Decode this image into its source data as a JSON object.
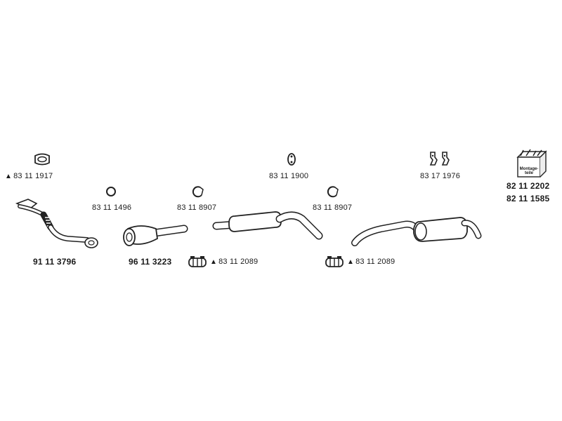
{
  "parts": {
    "manifold_gasket": "83 11 1917",
    "ring_seal": "83 11 1496",
    "clamp_a": "83 11 8907",
    "rubber_mount": "83 11 1900",
    "clamp_b": "83 11 8907",
    "hanger_pair": "83 17 1976",
    "mounting_kit_1": "82 11 2202",
    "mounting_kit_2": "82 11 1585",
    "front_pipe": "91 11 3796",
    "catalytic_converter": "96 11 3223",
    "sleeve_clamp_a": "83 11 2089",
    "sleeve_clamp_b": "83 11 2089"
  },
  "kit_box_label": "Montage-teile"
}
